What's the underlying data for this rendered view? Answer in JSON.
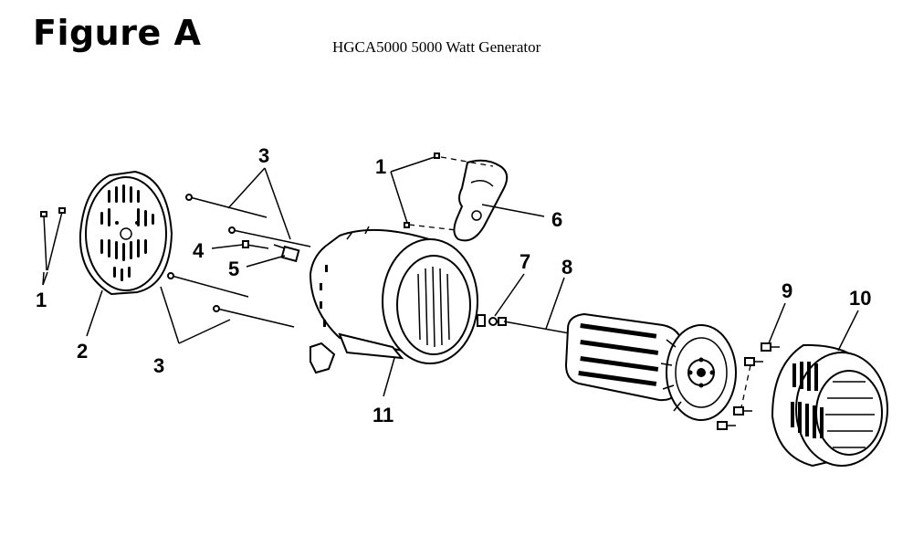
{
  "header": {
    "figure_label": "Figure A",
    "model_title": "HGCA5000 5000 Watt Generator"
  },
  "callouts": [
    "1",
    "2",
    "3",
    "3",
    "4",
    "5",
    "1",
    "6",
    "7",
    "8",
    "9",
    "10",
    "11"
  ]
}
